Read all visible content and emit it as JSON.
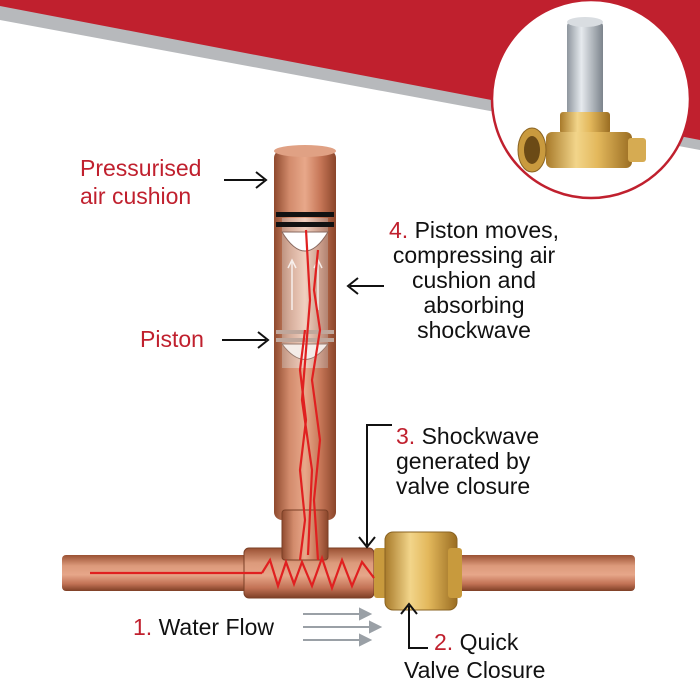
{
  "colors": {
    "banner_red": "#c0202e",
    "banner_grey": "#b7b9bc",
    "copper": "#c8795a",
    "brass": "#d8b15a",
    "shock_red": "#e02020",
    "text_red": "#c0202e",
    "text_black": "#111111"
  },
  "labels": {
    "pressurised_line1": "Pressurised",
    "pressurised_line2": "air cushion",
    "piston": "Piston",
    "step4_num": "4.",
    "step4_line1": "Piston moves,",
    "step4_line2": "compressing air",
    "step4_line3": "cushion and",
    "step4_line4": "absorbing",
    "step4_line5": "shockwave",
    "step3_num": "3.",
    "step3_line1": "Shockwave",
    "step3_line2": "generated by",
    "step3_line3": "valve closure",
    "step1_num": "1.",
    "step1_text": "Water Flow",
    "step2_num": "2.",
    "step2_line1": "Quick",
    "step2_line2": "Valve Closure"
  },
  "icons": {
    "inset": "water-hammer-arrestor-product-photo",
    "arrows": "arrow-icon",
    "flow_arrows": "flow-arrow-icon"
  }
}
